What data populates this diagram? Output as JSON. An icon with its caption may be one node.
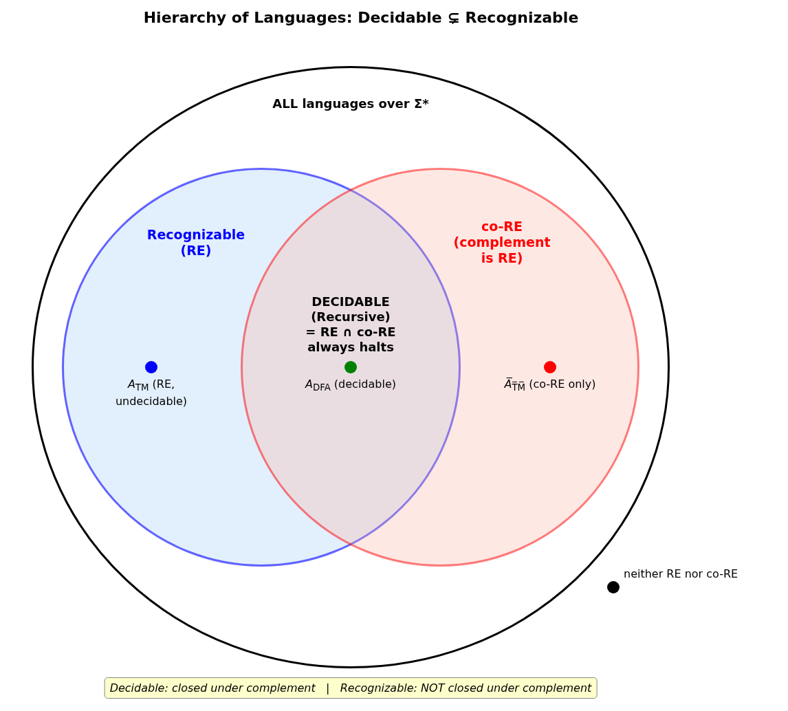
{
  "diagram": {
    "title": "Hierarchy of Languages: Decidable ⊊ Recognizable",
    "nodes": [
      {
        "text": [
          "ALL languages over Σ*"
        ]
      },
      {
        "text": [
          "Recognizable (RE)"
        ],
        "in": 0
      },
      {
        "text": [
          "co-RE (complement is RE)"
        ],
        "in": 0
      },
      {
        "text": [],
        "shape": "circle",
        "beside": [
          "*A*$_{TM}$ (RE, undecidable)"
        ],
        "in": 1
      },
      {
        "text": [],
        "shape": "circle",
        "beside": [
          "*A*$_{DFA}$ (decidable)"
        ]
      },
      {
        "text": [],
        "shape": "circle",
        "beside": [
          "*A̅*$_{T̅M̅}$ (co-RE only)"
        ],
        "in": 2
      },
      {
        "text": [],
        "shape": "circle",
        "beside": [
          "neither RE nor co-RE"
        ]
      },
      {
        "text": [
          "Decidable: closed under complement   |   Recognizable: NOT closed under complement"
        ]
      }
    ],
    "labels": [
      "DECIDABLE (Recursive) = RE ∩ co-RE always halts"
    ]
  }
}
